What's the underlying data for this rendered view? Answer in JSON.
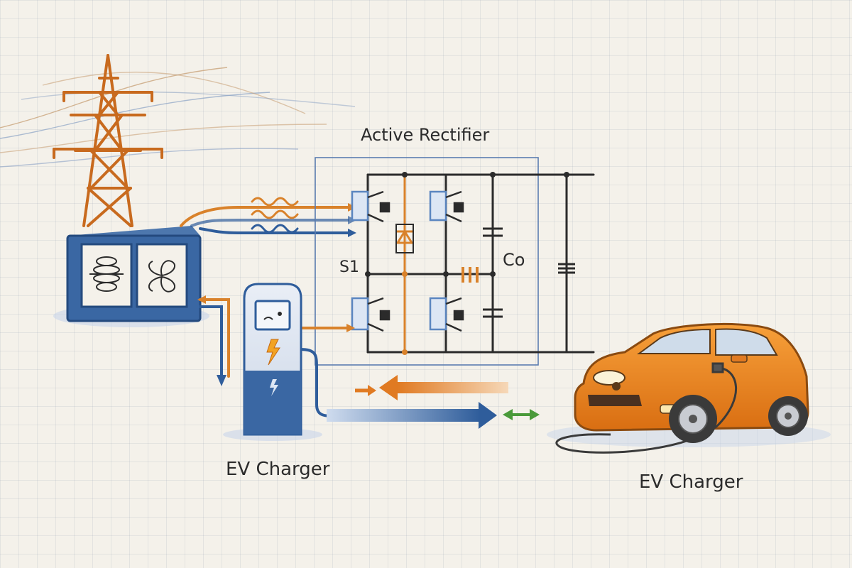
{
  "diagram": {
    "title": "Active Rectifier",
    "switch_label": "S1",
    "capacitor_label": "Co",
    "charger_label": "EV Charger",
    "car_label": "EV Charger"
  },
  "colors": {
    "orange": "#d9822b",
    "blue": "#2f5d9b",
    "light_blue": "#5b86c0",
    "green": "#4a9a3a",
    "ink": "#2b2b2b",
    "car_orange": "#f08a1c"
  },
  "icons": [
    "transmission-tower-icon",
    "transformer-icon",
    "lightning-bolt-icon",
    "electric-car-icon",
    "diode-icon",
    "igbt-switch-icon",
    "capacitor-icon"
  ]
}
